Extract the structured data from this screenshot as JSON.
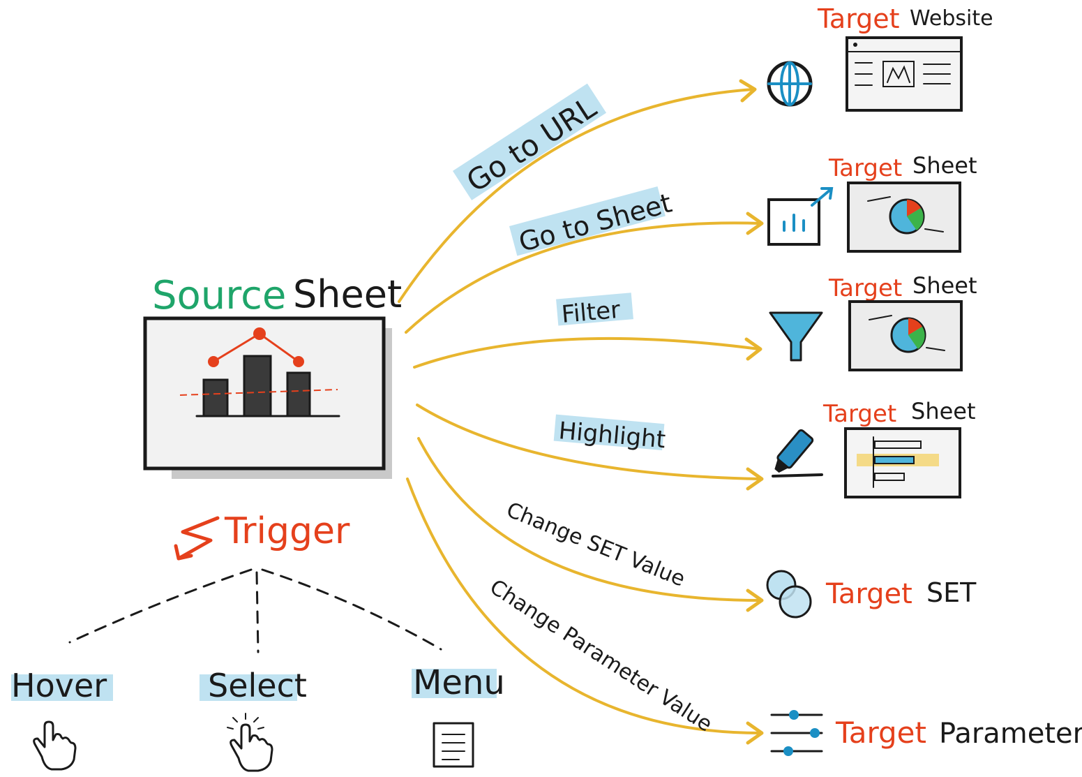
{
  "source": {
    "word1": "Source",
    "word2": "Sheet"
  },
  "trigger": {
    "label": "Trigger",
    "options": [
      {
        "label": "Hover",
        "icon": "hand-pointer-icon"
      },
      {
        "label": "Select",
        "icon": "hand-click-icon"
      },
      {
        "label": "Menu",
        "icon": "menu-list-icon"
      }
    ]
  },
  "actions": [
    {
      "label": "Go to URL",
      "target_prefix": "Target",
      "target_word": "Website",
      "icon": "globe-icon"
    },
    {
      "label": "Go to Sheet",
      "target_prefix": "Target",
      "target_word": "Sheet",
      "icon": "sheet-chart-icon"
    },
    {
      "label": "Filter",
      "target_prefix": "Target",
      "target_word": "Sheet",
      "icon": "funnel-icon"
    },
    {
      "label": "Highlight",
      "target_prefix": "Target",
      "target_word": "Sheet",
      "icon": "highlighter-icon"
    },
    {
      "label": "Change SET Value",
      "target_prefix": "Target",
      "target_word": "SET",
      "icon": "venn-circles-icon"
    },
    {
      "label": "Change Parameter Value",
      "target_prefix": "Target",
      "target_word": "Parameter",
      "icon": "sliders-icon"
    }
  ],
  "colors": {
    "arrow": "#e8b52e",
    "target_red": "#e5401c",
    "source_green": "#1fa56a",
    "highlight_blue": "#bfe2f1",
    "icon_blue": "#1b8fc4"
  }
}
